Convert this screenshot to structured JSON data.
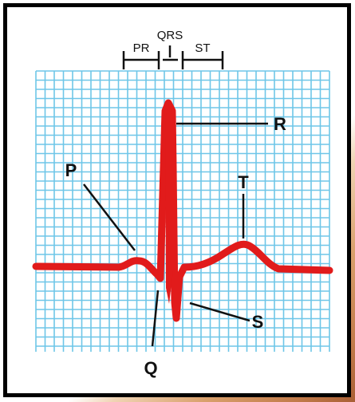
{
  "colors": {
    "grid": "#6ec6e8",
    "trace": "#e11b1b",
    "ink": "#111111",
    "frame": "#000000"
  },
  "interval_labels": {
    "pr": "PR",
    "qrs": "QRS",
    "st": "ST"
  },
  "wave_labels": {
    "p": "P",
    "q": "Q",
    "r": "R",
    "s": "S",
    "t": "T"
  }
}
